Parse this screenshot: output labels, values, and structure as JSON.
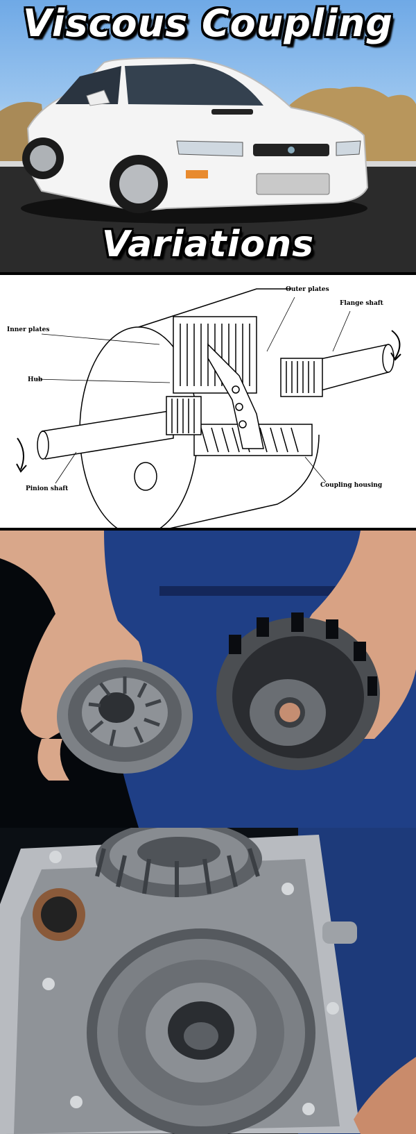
{
  "title": {
    "top": "Viscous Coupling",
    "bottom": "Variations"
  },
  "diagram": {
    "labels": {
      "outer_plates": "Outer plates",
      "flange_shaft": "Flange shaft",
      "inner_plates": "Inner plates",
      "hub": "Hub",
      "pinion_shaft": "Pinion shaft",
      "coupling_housing": "Coupling housing"
    }
  },
  "colors": {
    "sky": "#8fbfee",
    "car": "#f4f4f4",
    "road": "#2b2b2b",
    "jeans": "#1f3f86",
    "metal": "#9a9ea3"
  }
}
